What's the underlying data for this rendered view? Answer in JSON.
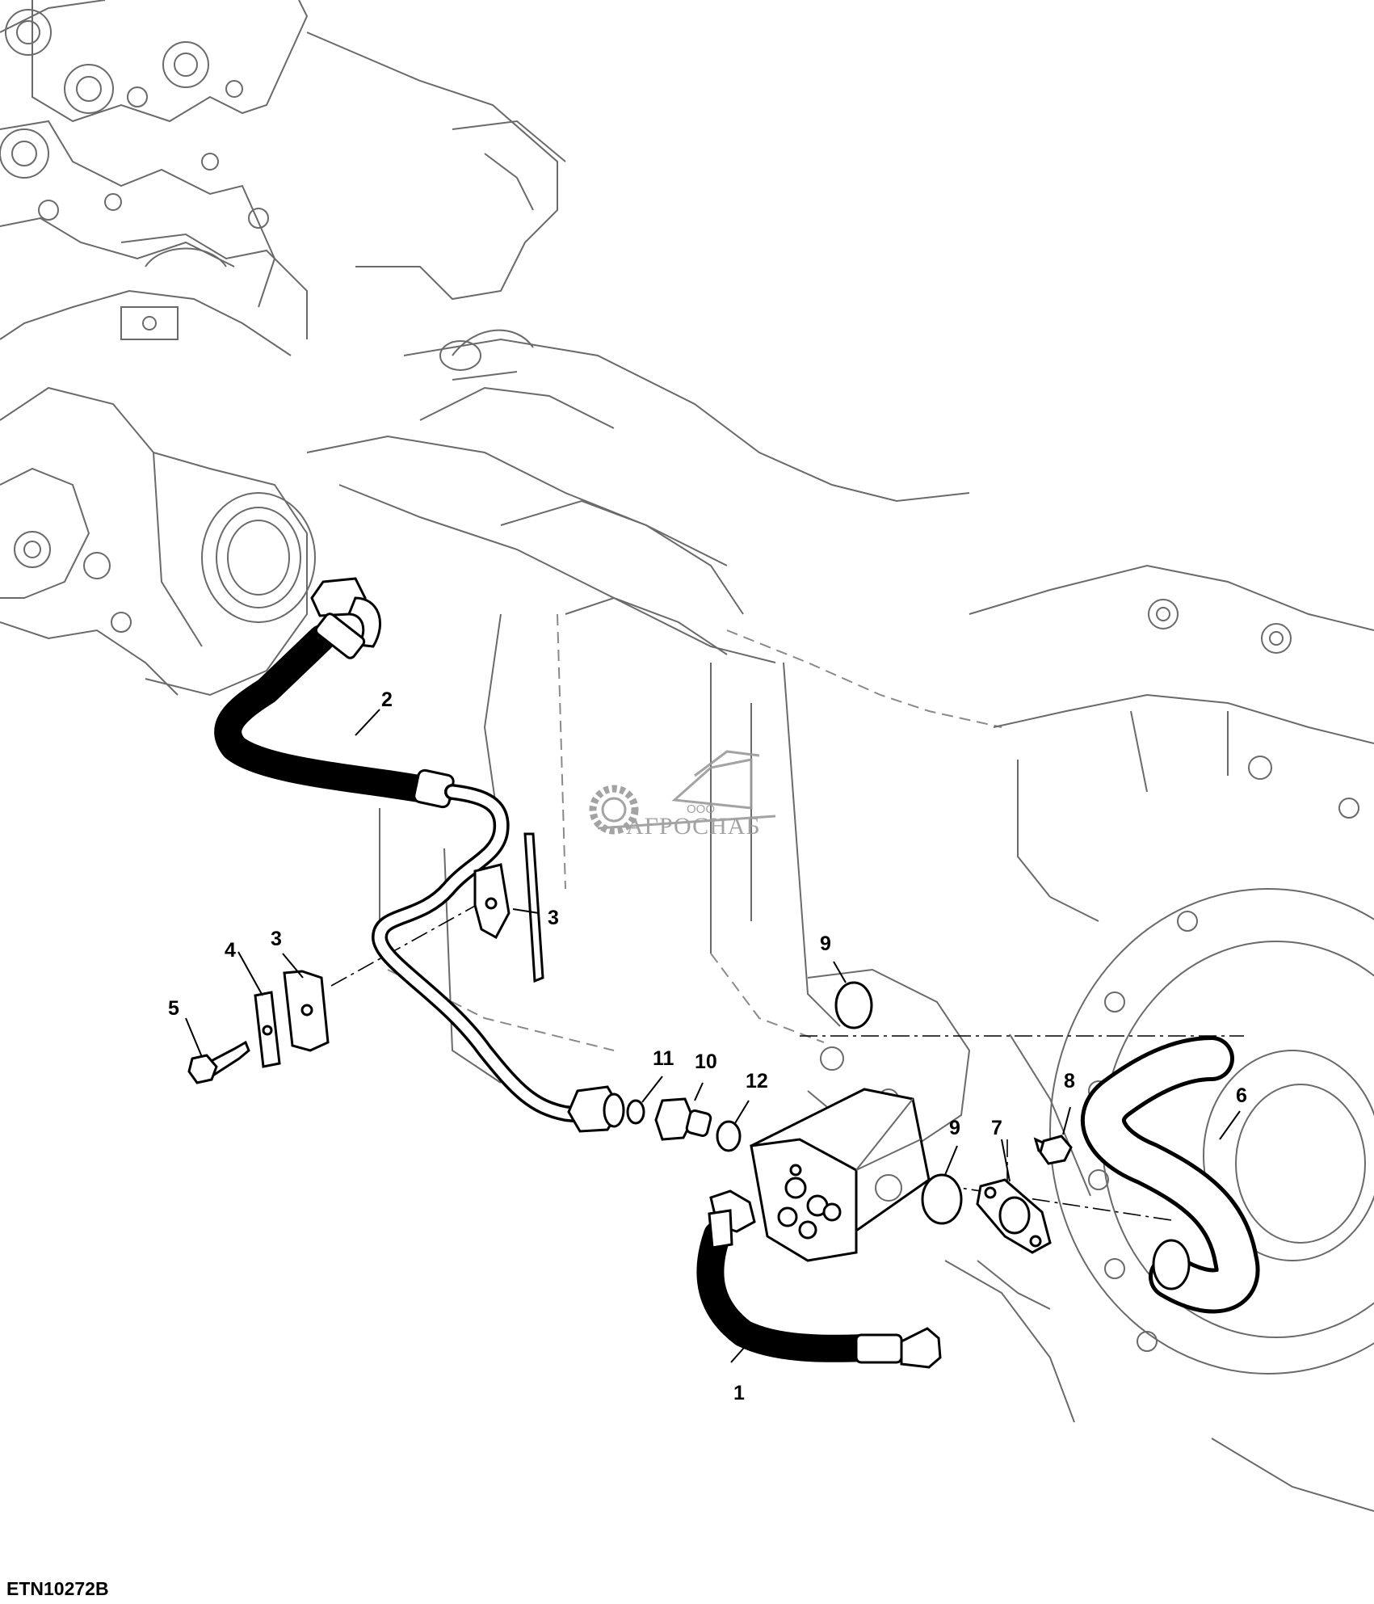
{
  "figure_id": "ETN10272B",
  "watermark": {
    "small": "ООО",
    "big": "АГРОСНАБ",
    "color": "#9a9a9a"
  },
  "callouts": [
    {
      "id": "c1",
      "label": "1"
    },
    {
      "id": "c2",
      "label": "2"
    },
    {
      "id": "c3a",
      "label": "3"
    },
    {
      "id": "c3b",
      "label": "3"
    },
    {
      "id": "c4",
      "label": "4"
    },
    {
      "id": "c5",
      "label": "5"
    },
    {
      "id": "c6",
      "label": "6"
    },
    {
      "id": "c7",
      "label": "7"
    },
    {
      "id": "c8",
      "label": "8"
    },
    {
      "id": "c9a",
      "label": "9"
    },
    {
      "id": "c9b",
      "label": "9"
    },
    {
      "id": "c10",
      "label": "10"
    },
    {
      "id": "c11",
      "label": "11"
    },
    {
      "id": "c12",
      "label": "12"
    }
  ],
  "colors": {
    "ink": "#000000",
    "background": "#ffffff",
    "housing_lines": "#6a6a6a"
  }
}
